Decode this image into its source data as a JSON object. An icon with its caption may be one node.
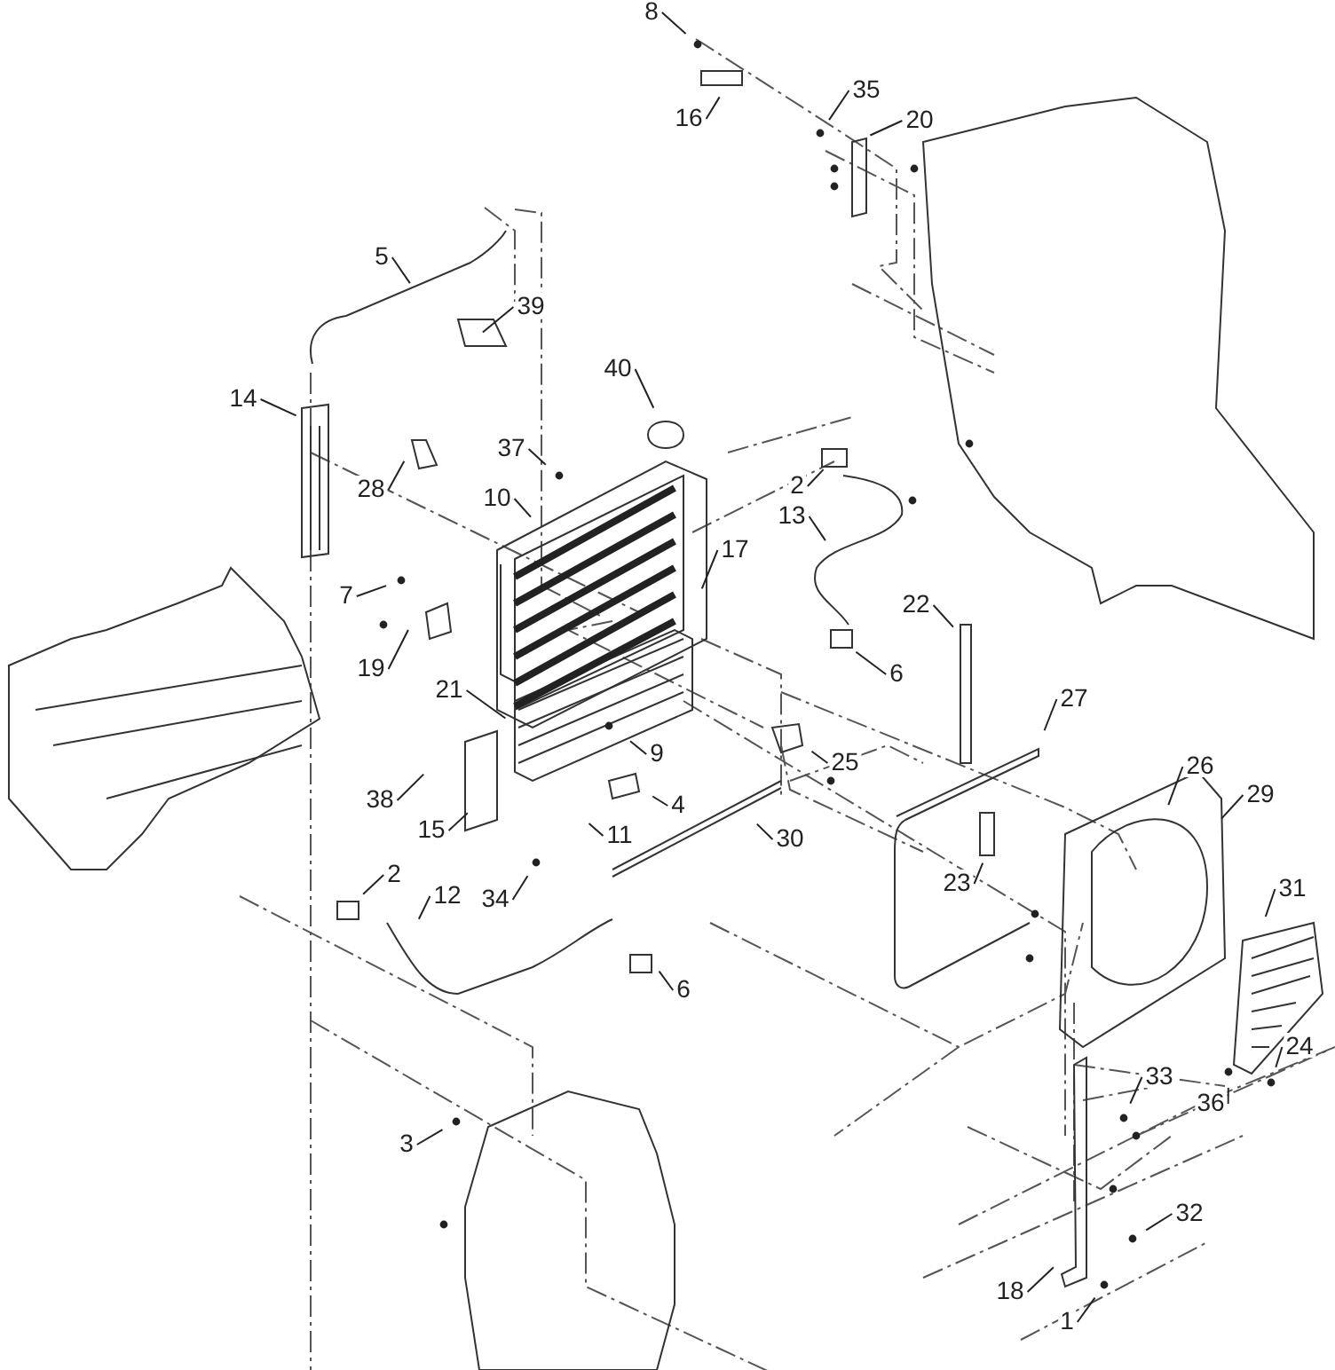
{
  "diagram": {
    "nodes": [
      {
        "text": [
          "8"
        ]
      },
      {
        "text": [
          "16"
        ]
      },
      {
        "text": [
          "35"
        ]
      },
      {
        "text": [
          "20"
        ]
      },
      {
        "text": [
          "5"
        ]
      },
      {
        "text": [
          "39"
        ]
      },
      {
        "text": [
          "40"
        ]
      },
      {
        "text": [
          "14"
        ]
      },
      {
        "text": [
          "37"
        ]
      },
      {
        "text": [
          "28"
        ]
      },
      {
        "text": [
          "2"
        ]
      },
      {
        "text": [
          "10"
        ]
      },
      {
        "text": [
          "13"
        ]
      },
      {
        "text": [
          "17"
        ]
      },
      {
        "text": [
          "7"
        ]
      },
      {
        "text": [
          "22"
        ]
      },
      {
        "text": [
          "19"
        ]
      },
      {
        "text": [
          "6"
        ]
      },
      {
        "text": [
          "21"
        ]
      },
      {
        "text": [
          "27"
        ]
      },
      {
        "text": [
          "9"
        ]
      },
      {
        "text": [
          "25"
        ]
      },
      {
        "text": [
          "38"
        ]
      },
      {
        "text": [
          "26"
        ]
      },
      {
        "text": [
          "4"
        ]
      },
      {
        "text": [
          "29"
        ]
      },
      {
        "text": [
          "15"
        ]
      },
      {
        "text": [
          "11"
        ]
      },
      {
        "text": [
          "30"
        ]
      },
      {
        "text": [
          "23"
        ]
      },
      {
        "text": [
          "2"
        ]
      },
      {
        "text": [
          "31"
        ]
      },
      {
        "text": [
          "12"
        ]
      },
      {
        "text": [
          "34"
        ]
      },
      {
        "text": [
          "6"
        ]
      },
      {
        "text": [
          "24"
        ]
      },
      {
        "text": [
          "33"
        ]
      },
      {
        "text": [
          "36"
        ]
      },
      {
        "text": [
          "3"
        ]
      },
      {
        "text": [
          "32"
        ]
      },
      {
        "text": [
          "18"
        ]
      },
      {
        "text": [
          "1"
        ]
      }
    ],
    "edges": [
      {
        "from": 0,
        "to": null,
        "arrow": "none"
      },
      {
        "from": 1,
        "to": null,
        "arrow": "none"
      },
      {
        "from": 2,
        "to": null,
        "arrow": "none"
      },
      {
        "from": 3,
        "to": null,
        "arrow": "none"
      },
      {
        "from": 4,
        "to": null,
        "arrow": "none"
      },
      {
        "from": 5,
        "to": null,
        "arrow": "none"
      },
      {
        "from": 6,
        "to": null,
        "arrow": "none"
      },
      {
        "from": 7,
        "to": null,
        "arrow": "none"
      },
      {
        "from": 8,
        "to": null,
        "arrow": "none"
      },
      {
        "from": 9,
        "to": null,
        "arrow": "none"
      },
      {
        "from": 10,
        "to": null,
        "arrow": "none"
      },
      {
        "from": 11,
        "to": null,
        "arrow": "none"
      },
      {
        "from": 12,
        "to": null,
        "arrow": "none"
      },
      {
        "from": 13,
        "to": null,
        "arrow": "none"
      },
      {
        "from": 14,
        "to": null,
        "arrow": "none"
      },
      {
        "from": 15,
        "to": null,
        "arrow": "none"
      },
      {
        "from": 16,
        "to": null,
        "arrow": "none"
      },
      {
        "from": 17,
        "to": null,
        "arrow": "none"
      },
      {
        "from": 18,
        "to": null,
        "arrow": "none"
      },
      {
        "from": 19,
        "to": null,
        "arrow": "none"
      },
      {
        "from": 20,
        "to": null,
        "arrow": "none"
      },
      {
        "from": 21,
        "to": null,
        "arrow": "none"
      },
      {
        "from": 22,
        "to": null,
        "arrow": "none"
      },
      {
        "from": 23,
        "to": null,
        "arrow": "none"
      },
      {
        "from": 24,
        "to": null,
        "arrow": "none"
      },
      {
        "from": 25,
        "to": null,
        "arrow": "none"
      },
      {
        "from": 26,
        "to": null,
        "arrow": "none"
      },
      {
        "from": 27,
        "to": null,
        "arrow": "none"
      },
      {
        "from": 28,
        "to": null,
        "arrow": "none"
      },
      {
        "from": 29,
        "to": null,
        "arrow": "none"
      },
      {
        "from": 30,
        "to": null,
        "arrow": "none"
      },
      {
        "from": 31,
        "to": null,
        "arrow": "none"
      },
      {
        "from": 32,
        "to": null,
        "arrow": "none"
      },
      {
        "from": 33,
        "to": null,
        "arrow": "none"
      },
      {
        "from": 34,
        "to": null,
        "arrow": "none"
      },
      {
        "from": 35,
        "to": null,
        "arrow": "none"
      },
      {
        "from": 36,
        "to": null,
        "arrow": "none"
      },
      {
        "from": 37,
        "to": null,
        "arrow": "none"
      },
      {
        "from": 38,
        "to": null,
        "arrow": "none"
      },
      {
        "from": 39,
        "to": null,
        "arrow": "none"
      },
      {
        "from": 40,
        "to": null,
        "arrow": "none"
      },
      {
        "from": 41,
        "to": null,
        "arrow": "none"
      }
    ]
  }
}
